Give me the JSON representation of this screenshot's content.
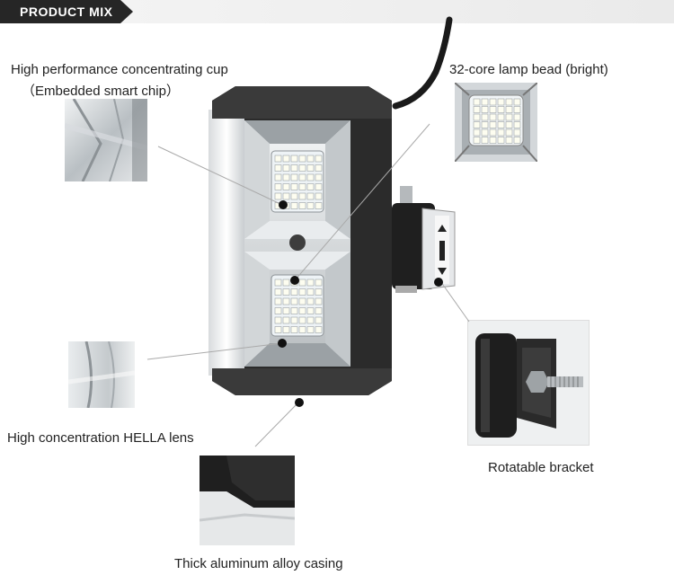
{
  "header": {
    "badge": "PRODUCT MIX"
  },
  "callouts": {
    "cup_line1": "High performance concentrating cup",
    "cup_line2": "（Embedded smart chip）",
    "bead": "32-core lamp bead (bright)",
    "lens": "High concentration HELLA lens",
    "bracket": "Rotatable bracket",
    "casing": "Thick aluminum alloy casing"
  },
  "colors": {
    "badge_bg": "#262626",
    "housing": "#2b2b2b",
    "led": "#e8eef2",
    "leader_line": "#aaaaaa"
  }
}
